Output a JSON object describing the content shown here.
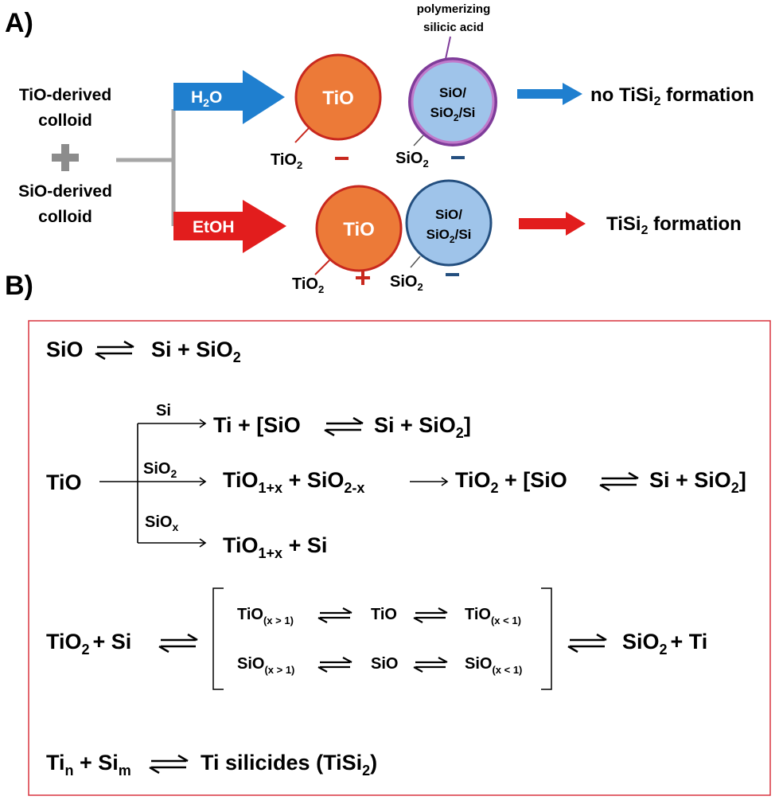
{
  "panel_a": {
    "label": "A)",
    "colloid_1": [
      "TiO-derived",
      "colloid"
    ],
    "plus": "+",
    "colloid_2": [
      "SiO-derived",
      "colloid"
    ],
    "solvent_water": "H",
    "solvent_water_sub": "2",
    "solvent_water_end": "O",
    "solvent_ethanol": "EtOH",
    "polymer_note": [
      "polymerizing",
      "silicic acid"
    ],
    "particle_tio": "TiO",
    "particle_sio": [
      "SiO/",
      "SiO",
      "2",
      "/Si"
    ],
    "shell_tio2": "TiO",
    "shell_sio2": "SiO",
    "sub_2": "2",
    "charge_neg": "–",
    "charge_pos": "+",
    "result_water": [
      "no TiSi",
      "2",
      " formation"
    ],
    "result_ethanol": [
      "TiSi",
      "2",
      " formation"
    ],
    "colors": {
      "blue": "#1f7fcf",
      "red": "#e21d1d",
      "orange": "#ec7a38",
      "lightblue": "#9fc4ea",
      "purple": "#7f3c9a",
      "navy": "#244f7f"
    }
  },
  "panel_b": {
    "label": "B)",
    "r1": {
      "left": "SiO",
      "right": [
        "Si + SiO",
        "2"
      ]
    },
    "tio": "TiO",
    "branch_si": {
      "reagent": "Si",
      "product": [
        "Ti + [SiO",
        "Si + SiO",
        "2",
        "]"
      ]
    },
    "branch_sio2": {
      "reagent": [
        "SiO",
        "2"
      ],
      "p1": [
        "TiO",
        "1+x",
        " + SiO",
        "2-x"
      ],
      "p2": [
        "TiO",
        "2",
        " + [SiO",
        "Si + SiO",
        "2",
        "]"
      ]
    },
    "branch_siox": {
      "reagent": [
        "SiO",
        "x"
      ],
      "product": [
        "TiO",
        "1+x",
        " + Si"
      ]
    },
    "r3": {
      "left": [
        "TiO",
        "2",
        "+ Si"
      ],
      "row1": [
        "TiO",
        "(x > 1)",
        "TiO",
        "TiO",
        "(x < 1)"
      ],
      "row2": [
        "SiO",
        "(x > 1)",
        "SiO",
        "SiO",
        "(x < 1)"
      ],
      "right": [
        "SiO",
        "2",
        "+ Ti"
      ]
    },
    "r4": [
      "Ti",
      "n",
      " + Si",
      "m",
      "Ti silicides (TiSi",
      "2",
      ")"
    ]
  }
}
